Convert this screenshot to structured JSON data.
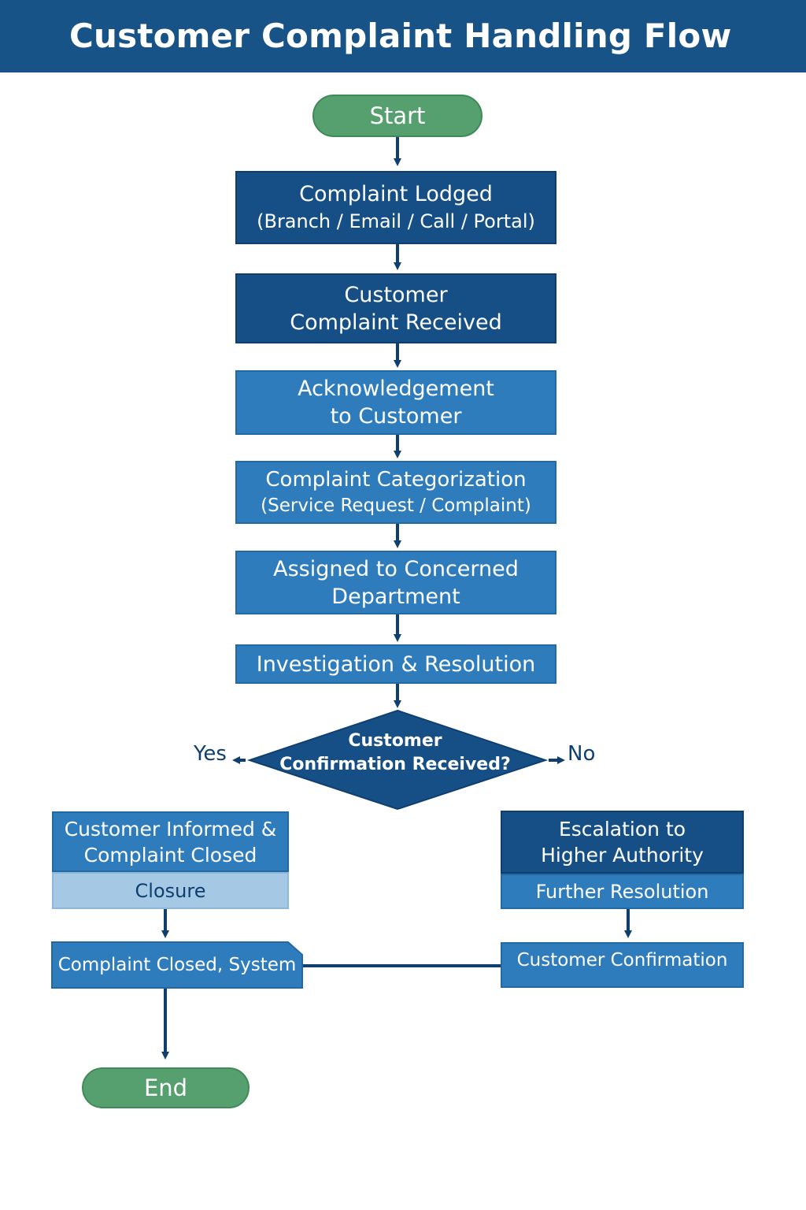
{
  "header": {
    "title": "Customer Complaint Handling Flow"
  },
  "nodes": {
    "start": "Start",
    "lodged": {
      "title": "Complaint Lodged",
      "sub": "(Branch / Email / Call / Portal)"
    },
    "received": {
      "line1": "Customer",
      "line2": "Complaint Received"
    },
    "ack": {
      "line1": "Acknowledgement",
      "line2": "to Customer"
    },
    "categorization": {
      "title": "Complaint Categorization",
      "sub": "(Service Request / Complaint)"
    },
    "assigned": {
      "line1": "Assigned to Concerned",
      "line2": "Department"
    },
    "investigation": "Investigation & Resolution",
    "decision": {
      "line1": "Customer",
      "line2": "Confirmation Received?"
    },
    "yes_label": "Yes",
    "no_label": "No",
    "informed": {
      "line1": "Customer Informed &",
      "line2": "Complaint Closed",
      "footer": "Closure"
    },
    "escalation": {
      "line1": "Escalation to",
      "line2": "Higher Authority",
      "footer": "Further Resolution"
    },
    "closed_system": "Complaint Closed, System",
    "customer_confirmation": "Customer Confirmation",
    "end": "End"
  },
  "colors": {
    "header": "#175387",
    "dark_box": "#164f86",
    "mid_box": "#2f7cbd",
    "light_box": "#a5c8e4",
    "terminal": "#55a06e",
    "arrow": "#0f3f6e"
  }
}
